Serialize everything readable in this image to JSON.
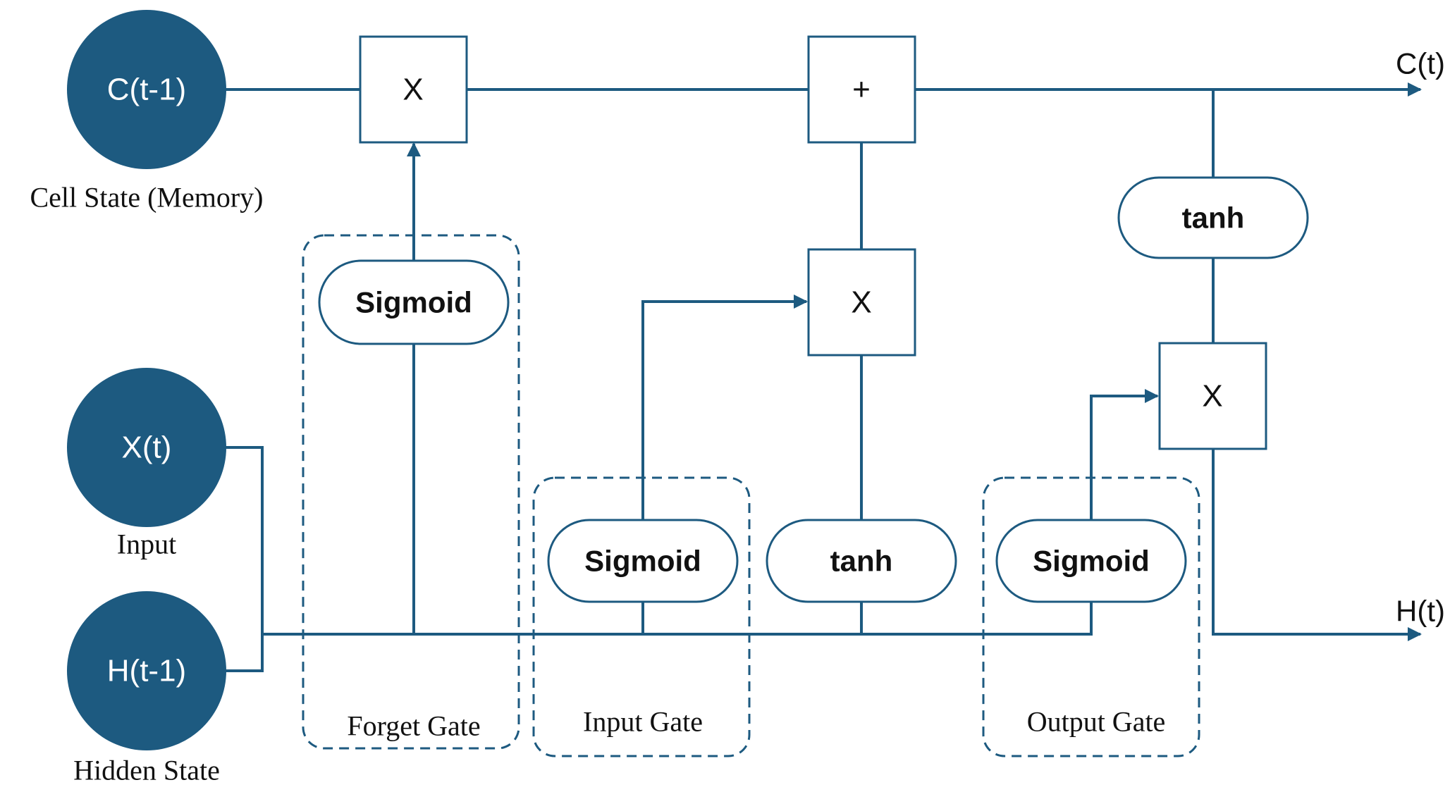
{
  "inputs": {
    "cell_prev": {
      "symbol": "C(t-1)",
      "caption": "Cell State (Memory)"
    },
    "x_t": {
      "symbol": "X(t)",
      "caption": "Input"
    },
    "h_prev": {
      "symbol": "H(t-1)",
      "caption": "Hidden State"
    }
  },
  "operators": {
    "forget_multiply": "X",
    "cell_add": "+",
    "input_multiply": "X",
    "output_multiply": "X"
  },
  "activations": {
    "forget_sigmoid": "Sigmoid",
    "input_sigmoid": "Sigmoid",
    "candidate_tanh": "tanh",
    "output_sigmoid": "Sigmoid",
    "cell_tanh": "tanh"
  },
  "gates": {
    "forget": "Forget Gate",
    "input": "Input Gate",
    "output": "Output Gate"
  },
  "outputs": {
    "cell": "C(t)",
    "hidden": "H(t)"
  },
  "colors": {
    "accent": "#1d5a80"
  }
}
